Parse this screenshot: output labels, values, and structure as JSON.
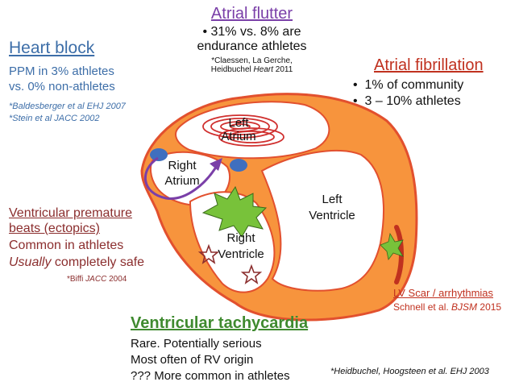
{
  "colors": {
    "heart_block": "#3d6ea8",
    "atrial_flutter": "#7a3fa8",
    "atrial_fibrillation": "#c0311f",
    "ectopics": "#8b2e2e",
    "vt": "#3f8a2f",
    "lv_scar": "#c0311f",
    "heart_fill": "#f7943d",
    "heart_edge": "#e2502e",
    "chamber_fill": "#ffffff",
    "node_fill": "#3f6fbf",
    "swirl": "#d0302f",
    "star_fill": "#78c23a",
    "arrow": "#7a3fa8"
  },
  "heart_block": {
    "title": "Heart block",
    "lines": [
      "PPM in 3% athletes",
      "vs. 0% non-athletes"
    ],
    "refs": [
      "*Baldesberger et al EHJ 2007",
      "*Stein et al JACC 2002"
    ]
  },
  "atrial_flutter": {
    "title": "Atrial flutter",
    "bullet": "•",
    "line1": "31% vs. 8% are",
    "line2": "endurance athletes",
    "ref1": "*Claessen, La Gerche,",
    "ref2_pre": "Heidbuchel ",
    "ref2_journal": "Heart",
    "ref2_year": " 2011"
  },
  "atrial_fibrillation": {
    "title": "Atrial fibrillation",
    "bullets": [
      "1% of community",
      "3 – 10% athletes"
    ]
  },
  "heart_labels": {
    "left_atrium": [
      "Left",
      "Atrium"
    ],
    "right_atrium": [
      "Right",
      "Atrium"
    ],
    "left_ventricle": [
      "Left",
      "Ventricle"
    ],
    "right_ventricle": [
      "Right",
      "Ventricle"
    ]
  },
  "ectopics": {
    "title1": "Ventricular premature",
    "title2": "beats (ectopics)",
    "line1": "Common in athletes",
    "line2_em": "Usually",
    "line2_rest": " completely safe",
    "ref_pre": "*Biffi ",
    "ref_journal": "JACC",
    "ref_year": " 2004"
  },
  "lv_scar": {
    "title": "LV Scar / arrhythmias",
    "ref_pre": "Schnell et al. ",
    "ref_journal": "BJSM",
    "ref_year": " 2015"
  },
  "vt": {
    "title": "Ventricular tachycardia",
    "lines": [
      "Rare. Potentially serious",
      "Most often of RV origin",
      "??? More common in athletes"
    ],
    "ref": "*Heidbuchel, Hoogsteen et al. EHJ 2003"
  }
}
